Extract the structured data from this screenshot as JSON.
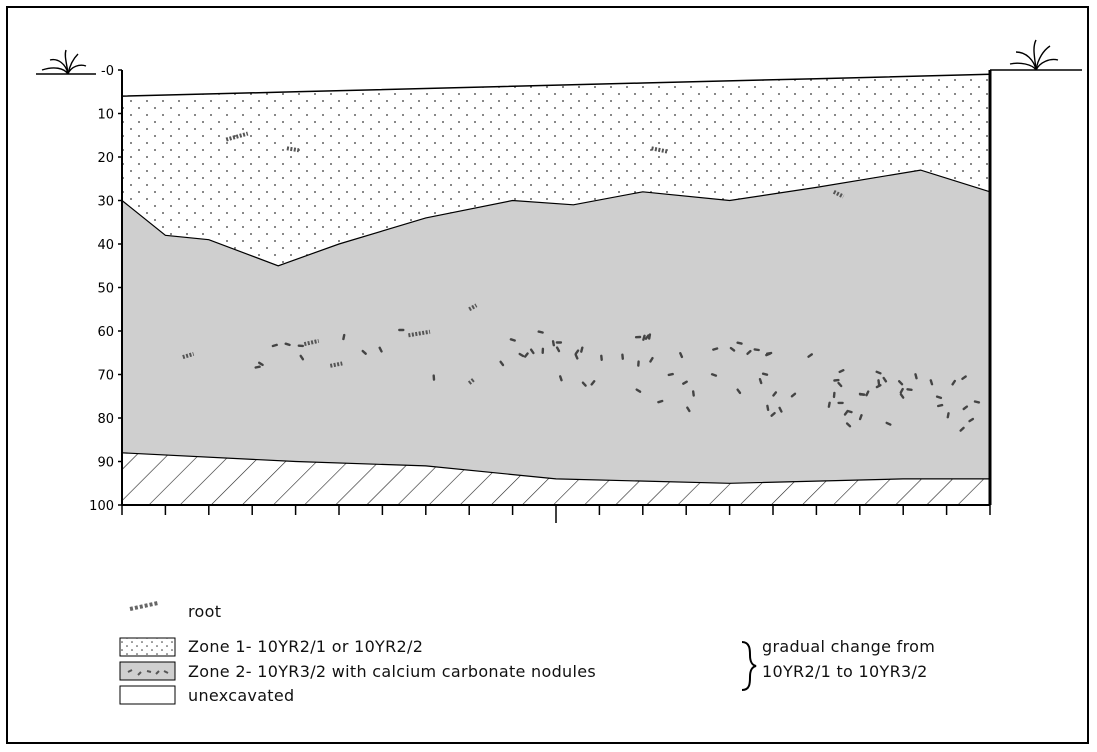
{
  "depth_axis": {
    "ticks": [
      0,
      10,
      20,
      30,
      40,
      50,
      60,
      70,
      80,
      90,
      100
    ]
  },
  "boundaries": {
    "surface": [
      [
        0,
        6
      ],
      [
        2,
        5
      ],
      [
        4,
        4
      ],
      [
        6,
        3
      ],
      [
        8,
        2
      ],
      [
        10,
        1
      ]
    ],
    "zone1_bottom": [
      [
        0,
        30
      ],
      [
        0.5,
        38
      ],
      [
        1,
        39
      ],
      [
        1.8,
        45
      ],
      [
        2.5,
        40
      ],
      [
        3.5,
        34
      ],
      [
        4.5,
        30
      ],
      [
        5.2,
        31
      ],
      [
        6,
        28
      ],
      [
        7,
        30
      ],
      [
        8,
        27
      ],
      [
        9.2,
        23
      ],
      [
        10,
        28
      ]
    ],
    "zone2_bottom": [
      [
        0,
        88
      ],
      [
        2,
        90
      ],
      [
        3.5,
        91
      ],
      [
        5,
        94
      ],
      [
        7,
        95
      ],
      [
        9,
        94
      ],
      [
        10,
        94
      ]
    ]
  },
  "legend": {
    "root": "root",
    "zone1": "Zone 1- 10YR2/1 or 10YR2/2",
    "zone2": "Zone 2- 10YR3/2 with calcium carbonate nodules",
    "unexcavated": "unexcavated",
    "change_line1": "gradual change from",
    "change_line2": "10YR2/1 to 10YR3/2"
  },
  "colors": {
    "zone1_fill": "#ffffff",
    "zone2_fill": "#cfcfcf",
    "hatch": "#222222",
    "outline": "#000000"
  },
  "icons": {
    "surface_plant_left": "grass-tuft-icon",
    "surface_plant_right": "grass-tuft-icon",
    "brace": "curly-brace-icon"
  }
}
